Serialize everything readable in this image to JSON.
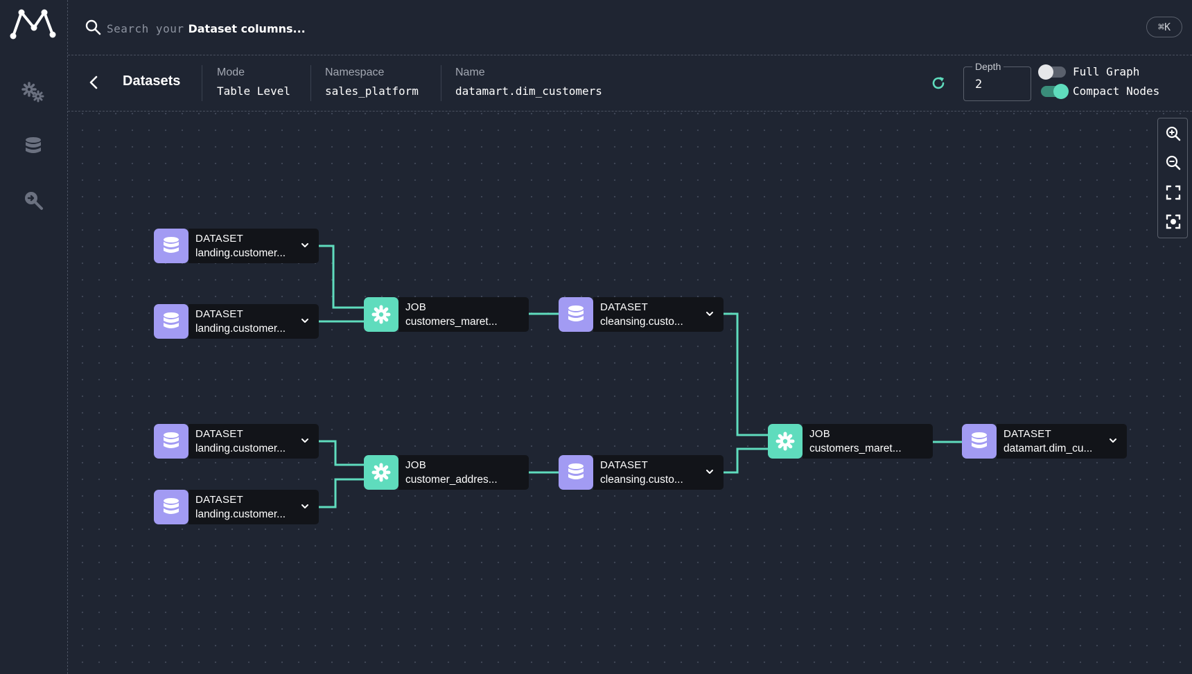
{
  "search": {
    "prefix": "Search your",
    "strong": "Dataset columns...",
    "shortcut": "⌘K"
  },
  "sidebar": {
    "items": [
      "jobs-icon",
      "datasets-icon",
      "search-lineage-icon"
    ]
  },
  "header": {
    "title": "Datasets",
    "mode": {
      "label": "Mode",
      "value": "Table Level"
    },
    "namespace": {
      "label": "Namespace",
      "value": "sales_platform"
    },
    "name": {
      "label": "Name",
      "value": "datamart.dim_customers"
    },
    "depth": {
      "label": "Depth",
      "value": "2"
    },
    "full_graph": {
      "label": "Full Graph",
      "on": false
    },
    "compact_nodes": {
      "label": "Compact Nodes",
      "on": true
    }
  },
  "nodes": [
    {
      "type": "DATASET",
      "name": "landing.customer..."
    },
    {
      "type": "DATASET",
      "name": "landing.customer..."
    },
    {
      "type": "JOB",
      "name": "customers_maret..."
    },
    {
      "type": "DATASET",
      "name": "cleansing.custo..."
    },
    {
      "type": "DATASET",
      "name": "landing.customer..."
    },
    {
      "type": "DATASET",
      "name": "landing.customer..."
    },
    {
      "type": "JOB",
      "name": "customer_addres..."
    },
    {
      "type": "DATASET",
      "name": "cleansing.custo..."
    },
    {
      "type": "JOB",
      "name": "customers_maret..."
    },
    {
      "type": "DATASET",
      "name": "datamart.dim_cu..."
    }
  ],
  "colors": {
    "accent": "#5fdcbd",
    "dataset": "#a29bf3",
    "background": "#1f2532",
    "node_body": "#121419"
  }
}
